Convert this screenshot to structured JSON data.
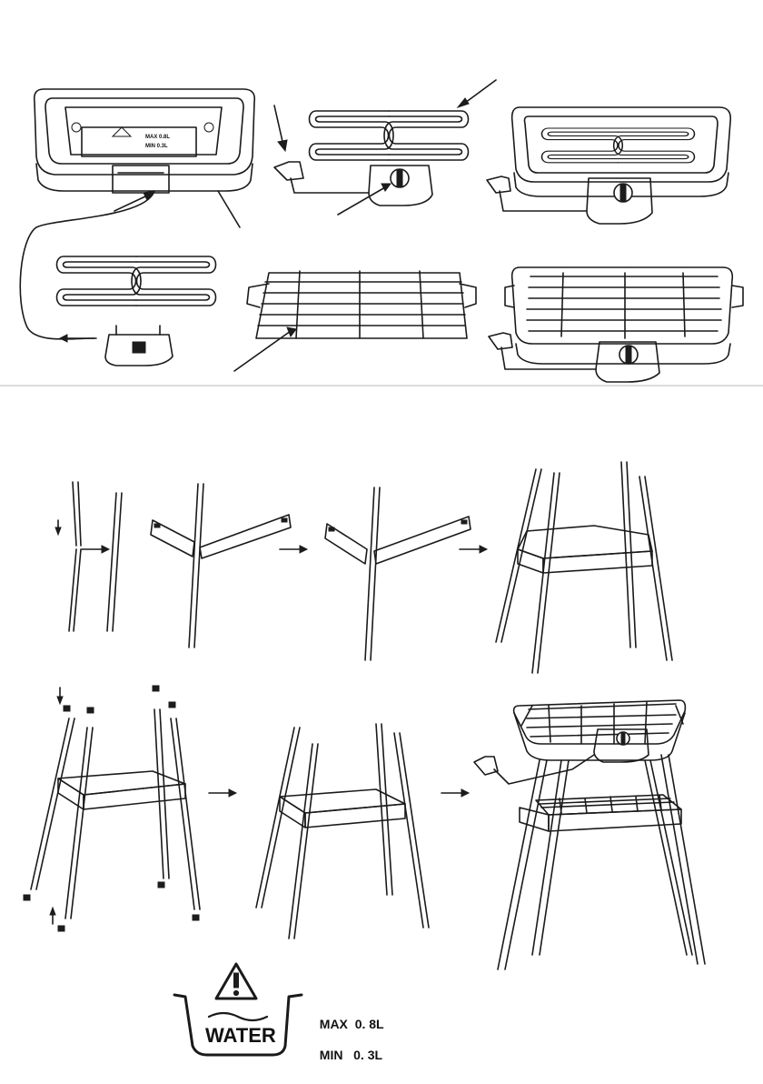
{
  "control_box_label": {
    "line1": "MAX 0.8L",
    "line2": "MIN 0.3L"
  },
  "water_symbol": {
    "icon": "warning-triangle-icon",
    "word": "WATER",
    "max_label": "MAX",
    "max_value": "0. 8L",
    "min_label": "MIN",
    "min_value": "0. 3L"
  }
}
